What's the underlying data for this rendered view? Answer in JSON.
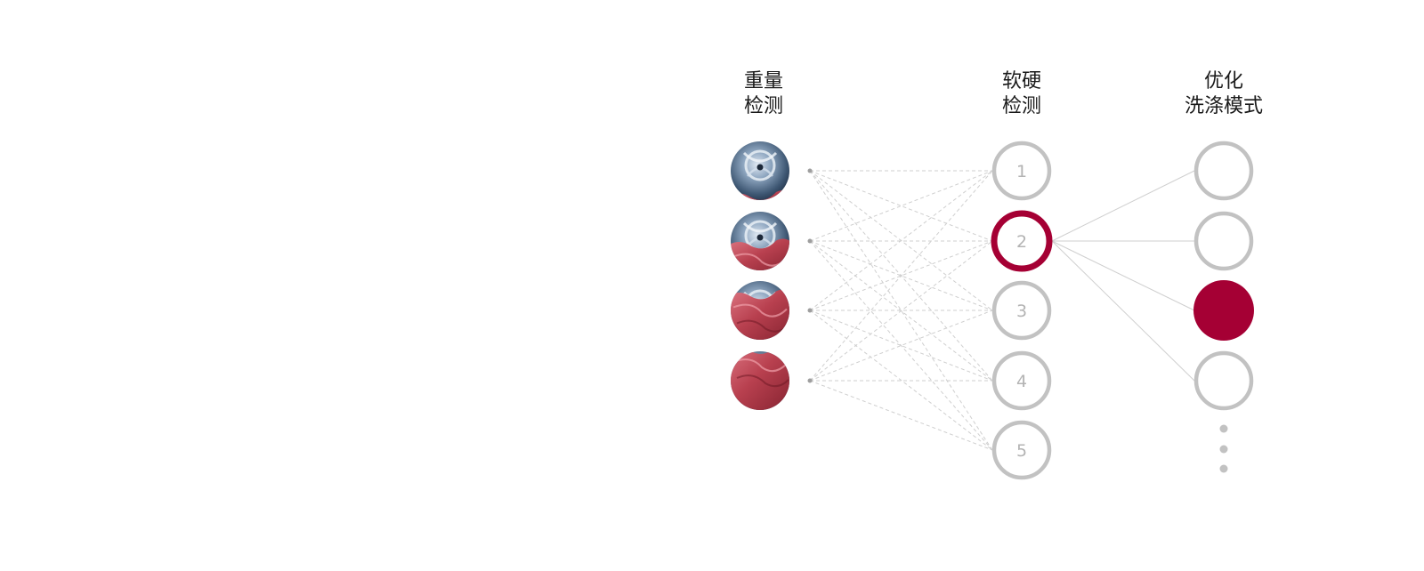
{
  "columns": {
    "weight": {
      "line1": "重量",
      "line2": "检测"
    },
    "softness": {
      "line1": "软硬",
      "line2": "检测"
    },
    "mode": {
      "line1": "优化",
      "line2": "洗涤模式"
    }
  },
  "softness_nodes": [
    "1",
    "2",
    "3",
    "4",
    "5"
  ],
  "selected_softness": "2",
  "mode_nodes_count": 4,
  "selected_mode_index": 2,
  "weight_fill_levels": [
    0.1,
    0.45,
    0.75,
    1.0
  ],
  "colors": {
    "accent": "#a50034",
    "node_gray": "#c2c2c2",
    "label_gray": "#b3b3b3",
    "connector_gray": "#cfcfcf",
    "drum_steel": "#5b7594",
    "fabric_red": "#c0495a"
  }
}
